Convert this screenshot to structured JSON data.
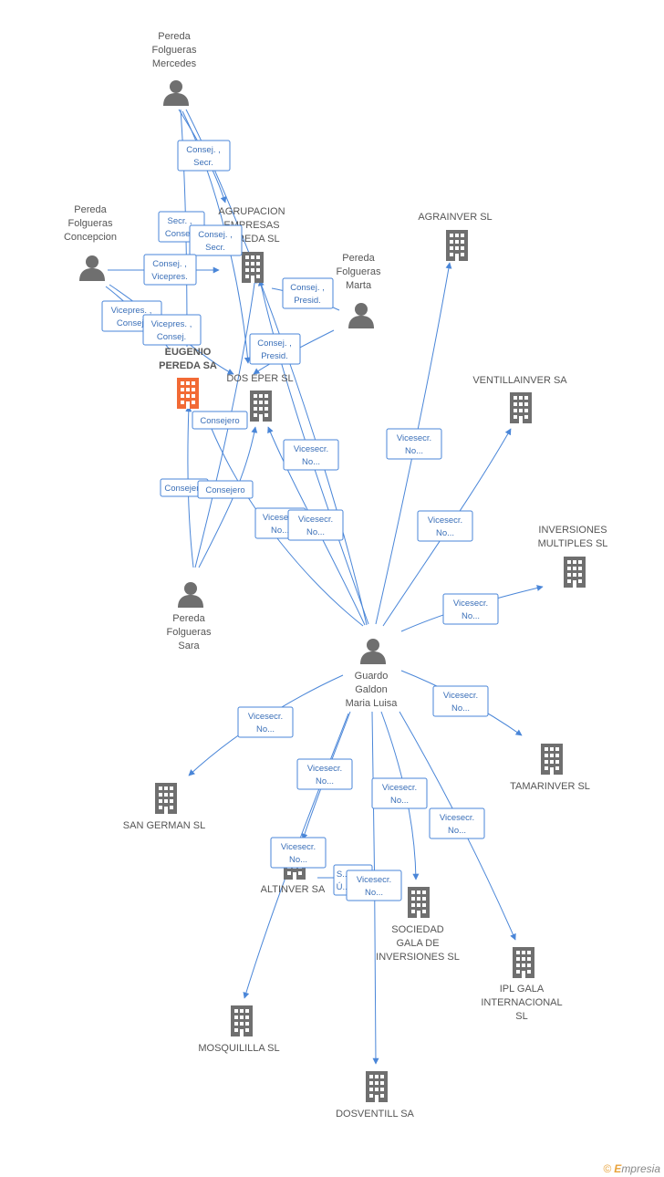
{
  "nodes": {
    "mercedes": {
      "type": "person",
      "label": [
        "Pereda",
        "Folgueras",
        "Mercedes"
      ]
    },
    "concepcion": {
      "type": "person",
      "label": [
        "Pereda",
        "Folgueras",
        "Concepcion"
      ]
    },
    "marta": {
      "type": "person",
      "label": [
        "Pereda",
        "Folgueras",
        "Marta"
      ]
    },
    "sara": {
      "type": "person",
      "label": [
        "Pereda",
        "Folgueras",
        "Sara"
      ]
    },
    "guardo": {
      "type": "person",
      "label": [
        "Guardo",
        "Galdon",
        "Maria Luisa"
      ]
    },
    "agrupacion": {
      "type": "company",
      "label": [
        "AGRUPACION",
        "EMPRESAS",
        "PEREDA SL"
      ]
    },
    "eugenio": {
      "type": "main-company",
      "label": [
        "EUGENIO",
        "PEREDA SA"
      ]
    },
    "doseper": {
      "type": "company",
      "label": [
        "DOS EPER SL"
      ]
    },
    "agrainver": {
      "type": "company",
      "label": [
        "AGRAINVER SL"
      ]
    },
    "ventillainver": {
      "type": "company",
      "label": [
        "VENTILLAINVER SA"
      ]
    },
    "inversiones": {
      "type": "company",
      "label": [
        "INVERSIONES",
        "MULTIPLES SL"
      ]
    },
    "tamarinver": {
      "type": "company",
      "label": [
        "TAMARINVER SL"
      ]
    },
    "sangerman": {
      "type": "company",
      "label": [
        "SAN GERMAN SL"
      ]
    },
    "altinver": {
      "type": "company",
      "label": [
        "ALTINVER SA"
      ]
    },
    "sociedad": {
      "type": "company",
      "label": [
        "SOCIEDAD",
        "GALA DE",
        "INVERSIONES SL"
      ]
    },
    "iplgala": {
      "type": "company",
      "label": [
        "IPL GALA",
        "INTERNACIONAL",
        "SL"
      ]
    },
    "mosquililla": {
      "type": "company",
      "label": [
        "MOSQUILILLA SL"
      ]
    },
    "dosventill": {
      "type": "company",
      "label": [
        "DOSVENTILL SA"
      ]
    }
  },
  "relations": [
    {
      "lines": [
        "Consej. ,",
        "Secr."
      ]
    },
    {
      "lines": [
        "Secr. ,",
        "Consej."
      ]
    },
    {
      "lines": [
        "Consej. ,",
        "Secr."
      ]
    },
    {
      "lines": [
        "Consej. ,",
        "Vicepres."
      ]
    },
    {
      "lines": [
        "Vicepres. ,",
        "Consej."
      ]
    },
    {
      "lines": [
        "Vicepres. ,",
        "Consej."
      ]
    },
    {
      "lines": [
        "Consej. ,",
        "Presid."
      ]
    },
    {
      "lines": [
        "Consej. ,",
        "Presid."
      ]
    },
    {
      "lines": [
        "Consejero"
      ]
    },
    {
      "lines": [
        "Consejero"
      ]
    },
    {
      "lines": [
        "Consejero"
      ]
    },
    {
      "lines": [
        "Vicesecr.",
        "No..."
      ]
    },
    {
      "lines": [
        "Vicesecr.",
        "No..."
      ]
    },
    {
      "lines": [
        "Vicesecr.",
        "No..."
      ]
    },
    {
      "lines": [
        "Vicesecr.",
        "No..."
      ]
    },
    {
      "lines": [
        "Vicesecr.",
        "No..."
      ]
    },
    {
      "lines": [
        "Vicesecr.",
        "No..."
      ]
    },
    {
      "lines": [
        "Vicesecr.",
        "No..."
      ]
    },
    {
      "lines": [
        "Vicesecr.",
        "No..."
      ]
    },
    {
      "lines": [
        "Vicesecr.",
        "No..."
      ]
    },
    {
      "lines": [
        "Vicesecr.",
        "No..."
      ]
    },
    {
      "lines": [
        "Vicesecr.",
        "No..."
      ]
    },
    {
      "lines": [
        "Vicesecr.",
        "No..."
      ]
    },
    {
      "lines": [
        "S...",
        "Ú..."
      ]
    },
    {
      "lines": [
        "Vicesecr.",
        "No..."
      ]
    }
  ],
  "footer": {
    "copyright": "©",
    "brand_initial": "E",
    "brand_rest": "mpresia"
  },
  "colors": {
    "edge": "#4a86d8",
    "person": "#6f6f6f",
    "company": "#6f6f6f",
    "main": "#f26a35"
  }
}
